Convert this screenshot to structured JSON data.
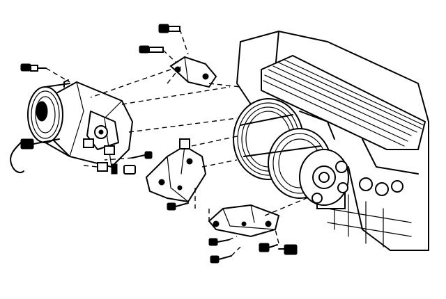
{
  "figure": {
    "ink_color": "#000000",
    "background_color": "#ffffff",
    "parts": [
      "ac-compressor",
      "compressor-clutch-pulley",
      "electrical-connector",
      "upper-bolt",
      "upper-stud",
      "upper-mounting-bracket",
      "front-mounting-bracket",
      "lower-mounting-bracket",
      "front-bracket-bolt",
      "front-bracket-spacer",
      "front-bracket-nut",
      "lower-bracket-bolts",
      "engine-intake-manifold",
      "crankshaft-pulley-assembly",
      "engine-cylinder-block"
    ]
  }
}
